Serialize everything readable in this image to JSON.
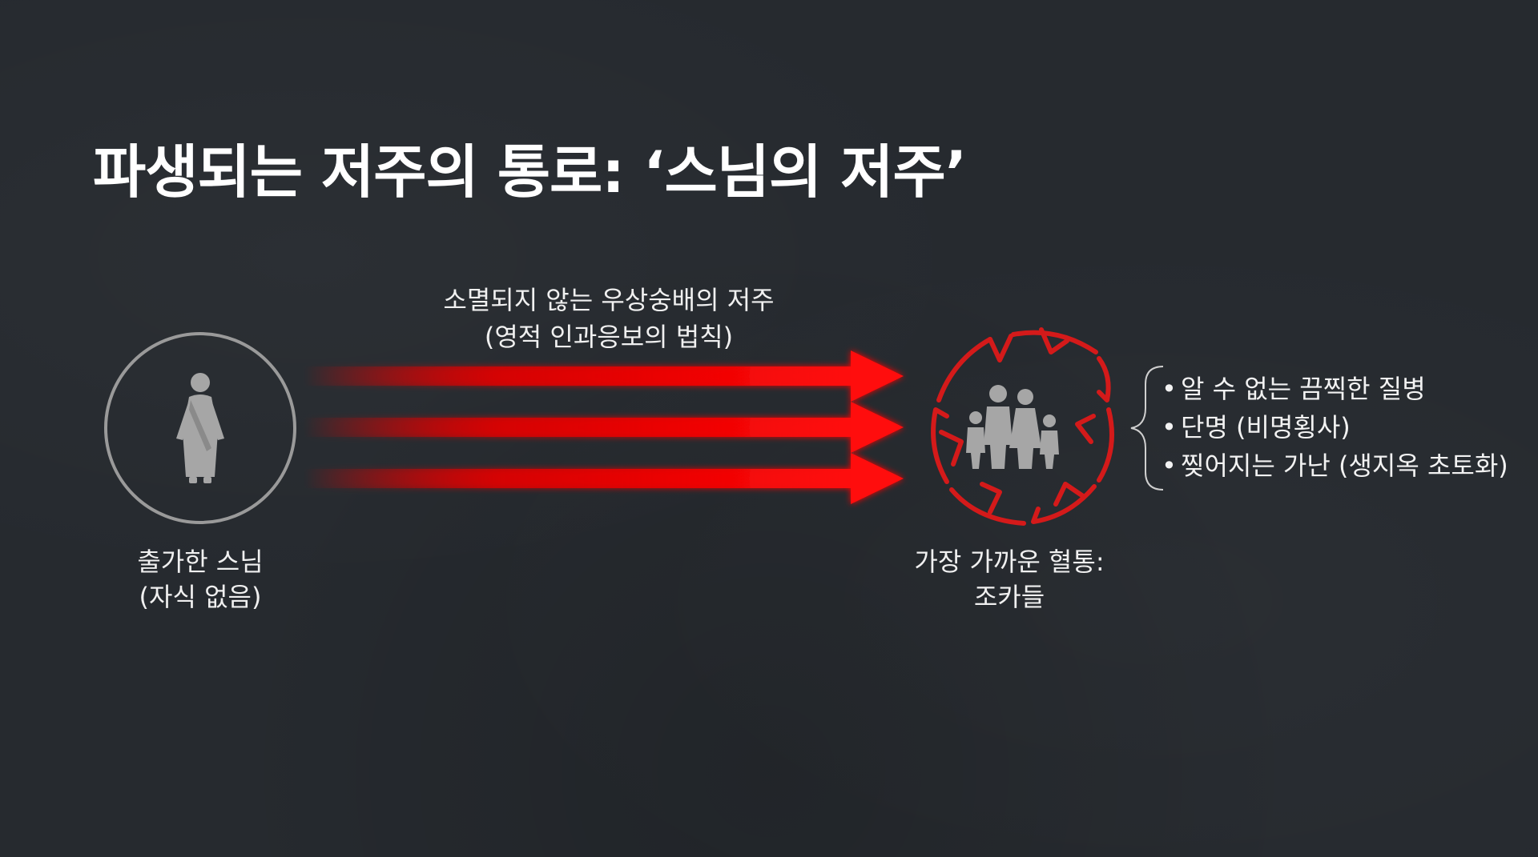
{
  "slide": {
    "title": "파생되는 저주의 통로: ‘스님의 저주’"
  },
  "flow": {
    "label_line1": "소멸되지 않는 우상숭배의 저주",
    "label_line2": "(영적 인과응보의 법칙)",
    "arrow_color": "#e00000"
  },
  "source_node": {
    "label_line1": "출가한 스님",
    "label_line2": "(자식 없음)"
  },
  "target_node": {
    "label_line1": "가장 가까운 혈통:",
    "label_line2": "조카들",
    "ring_color": "#d41a1a"
  },
  "effects": [
    "알 수 없는 끔찍한 질병",
    "단명 (비명횡사)",
    "찢어지는 가난 (생지옥 초토화)"
  ]
}
